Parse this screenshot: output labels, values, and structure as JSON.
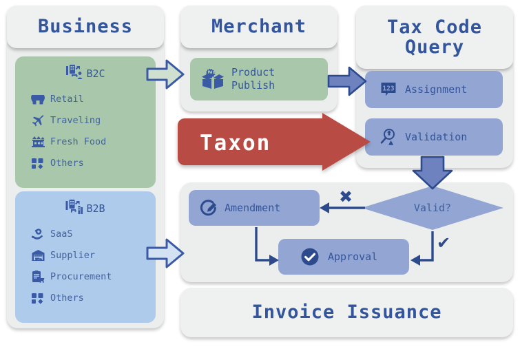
{
  "theme": {
    "page_bg": "#ffffff",
    "card_bg": "#eceded",
    "title_bg": "#eff0f0",
    "ink_blue": "#33559b",
    "green": "#a9c8ab",
    "light_blue": "#aecbec",
    "periwinkle": "#93a5d3",
    "arrow_blue": "#3a5aa5",
    "taxon_red": "#b94b45"
  },
  "columns": {
    "business": {
      "title": "Business",
      "groups": [
        {
          "id": "b2c",
          "heading": "B2C",
          "heading_icon": "b2c-icon",
          "color": "#a9c8ab",
          "items": [
            {
              "label": "Retail",
              "icon": "store-icon"
            },
            {
              "label": "Traveling",
              "icon": "airplane-icon"
            },
            {
              "label": "Fresh Food",
              "icon": "market-icon"
            },
            {
              "label": "Others",
              "icon": "grid-icon"
            }
          ]
        },
        {
          "id": "b2b",
          "heading": "B2B",
          "heading_icon": "b2b-icon",
          "color": "#aecbec",
          "items": [
            {
              "label": "SaaS",
              "icon": "cloud-hand-icon"
            },
            {
              "label": "Supplier",
              "icon": "warehouse-icon"
            },
            {
              "label": "Procurement",
              "icon": "clipboard-cart-icon"
            },
            {
              "label": "Others",
              "icon": "grid-icon"
            }
          ]
        }
      ]
    },
    "merchant": {
      "title": "Merchant",
      "node": {
        "label": "Product\nPublish",
        "icon": "new-box-icon",
        "color": "#a9c8ab"
      }
    },
    "tax_code_query": {
      "title": "Tax Code\nQuery",
      "nodes": [
        {
          "label": "Assignment",
          "icon": "number-badge-icon",
          "color": "#93a5d3"
        },
        {
          "label": "Validation",
          "icon": "magnifier-alert-icon",
          "color": "#93a5d3"
        }
      ]
    }
  },
  "taxon_banner": {
    "label": "Taxon",
    "color": "#b94b45"
  },
  "workflow": {
    "decision": {
      "label": "Valid?",
      "shape": "diamond",
      "color": "#93a5d3"
    },
    "nodes": [
      {
        "id": "amendment",
        "label": "Amendment",
        "icon": "edit-circle-icon",
        "color": "#93a5d3"
      },
      {
        "id": "approval",
        "label": "Approval",
        "icon": "check-circle-icon",
        "color": "#93a5d3"
      }
    ],
    "edge_markers": [
      {
        "id": "invalid",
        "glyph": "✖",
        "meaning": "no"
      },
      {
        "id": "valid",
        "glyph": "✔",
        "meaning": "yes"
      }
    ]
  },
  "invoice_issuance": {
    "title": "Invoice Issuance"
  }
}
